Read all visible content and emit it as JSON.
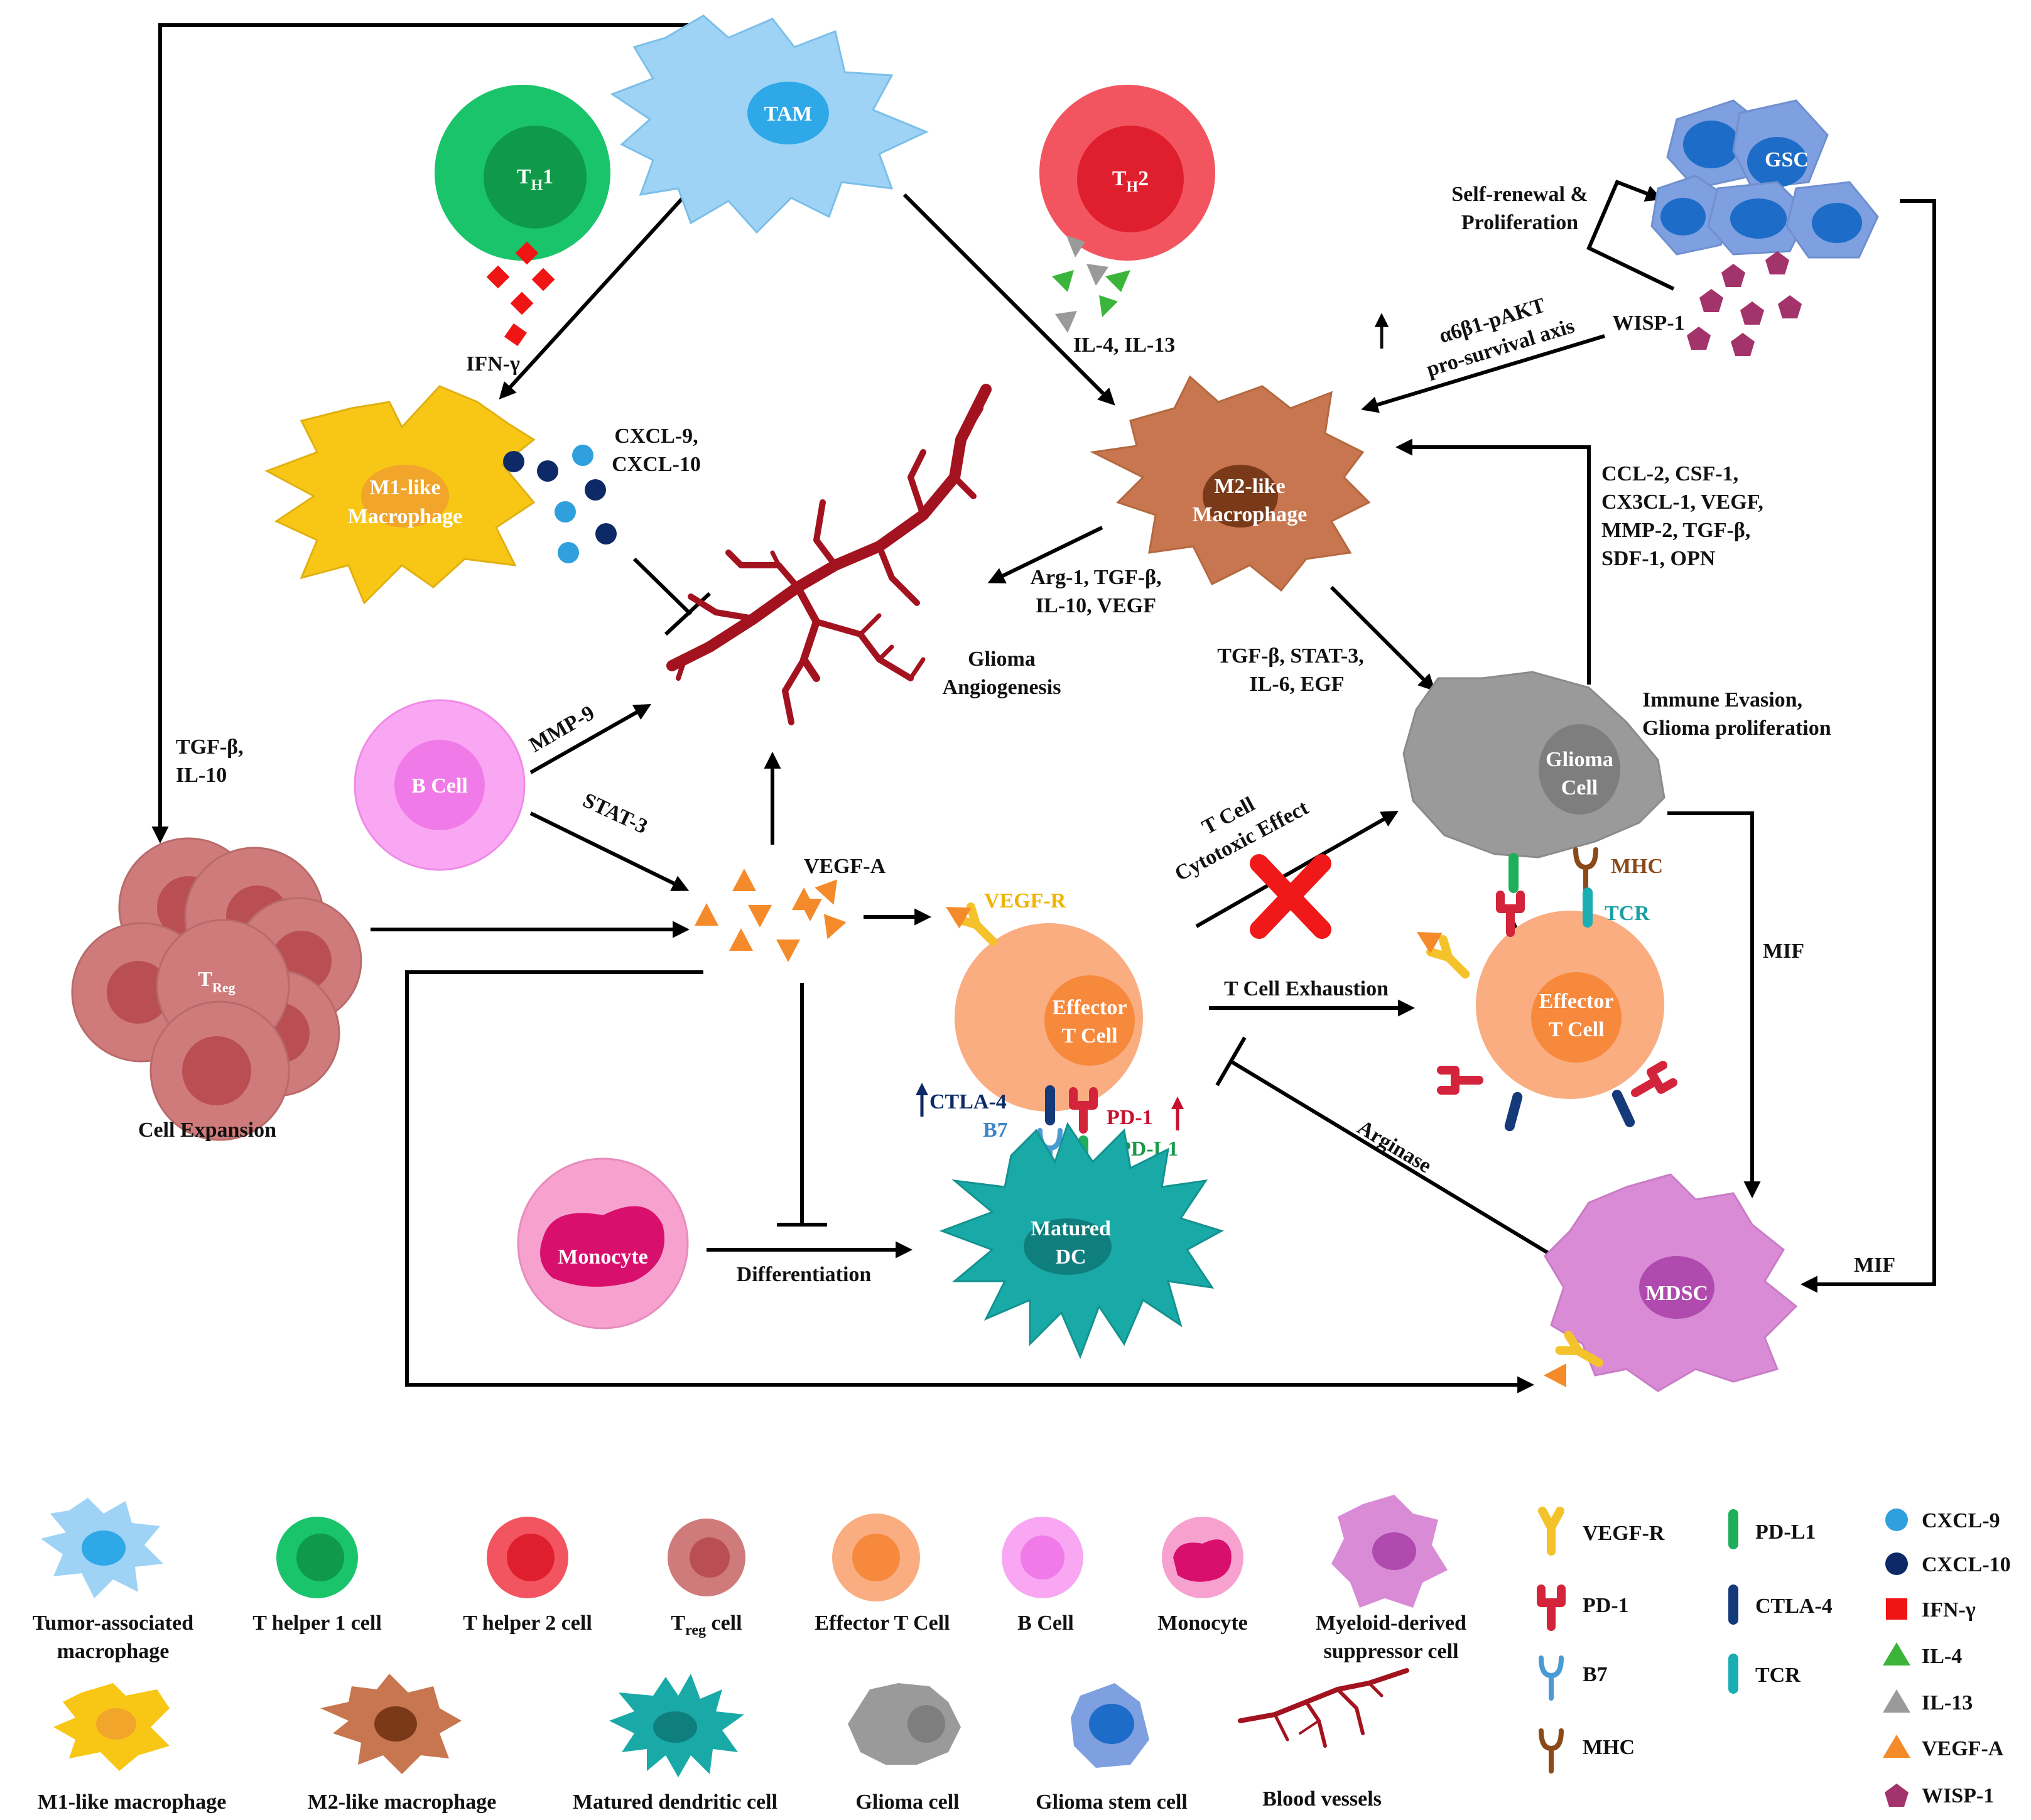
{
  "cells": {
    "tam": "TAM",
    "th1_main": "T",
    "th1_sub": "H",
    "th1_suffix": "1",
    "th2_main": "T",
    "th2_sub": "H",
    "th2_suffix": "2",
    "gsc": "GSC",
    "m1_line1": "M1-like",
    "m1_line2": "Macrophage",
    "m2_line1": "M2-like",
    "m2_line2": "Macrophage",
    "bcell": "B Cell",
    "treg_main": "T",
    "treg_sub": "Reg",
    "effector_line1": "Effector",
    "effector_line2": "T Cell",
    "effector2_line1": "Effector",
    "effector2_line2": "T Cell",
    "glioma_line1": "Glioma",
    "glioma_line2": "Cell",
    "monocyte": "Monocyte",
    "dc_line1": "Matured",
    "dc_line2": "DC",
    "mdsc": "MDSC"
  },
  "labels": {
    "ifn_gamma": "IFN-γ",
    "il4_il13": "IL-4, IL-13",
    "cxcl_line1": "CXCL-9,",
    "cxcl_line2": "CXCL-10",
    "self_renewal_line1": "Self-renewal &",
    "self_renewal_line2": "Proliferation",
    "wisp1": "WISP-1",
    "akt_line1": "α6β1-pAKT",
    "akt_line2": "pro-survival axis",
    "m2_factors_line1": "CCL-2, CSF-1,",
    "m2_factors_line2": "CX3CL-1, VEGF,",
    "m2_factors_line3": "MMP-2, TGF-β,",
    "m2_factors_line4": "SDF-1, OPN",
    "arg_line1": "Arg-1, TGF-β,",
    "arg_line2": "IL-10, VEGF",
    "angio_line1": "Glioma",
    "angio_line2": "Angiogenesis",
    "tgf_stat_line1": "TGF-β, STAT-3,",
    "tgf_stat_line2": "IL-6, EGF",
    "immune_line1": "Immune Evasion,",
    "immune_line2": "Glioma proliferation",
    "tgf_il10_line1": "TGF-β,",
    "tgf_il10_line2": "IL-10",
    "mmp9": "MMP-9",
    "stat3": "STAT-3",
    "vegfa": "VEGF-A",
    "vegfr": "VEGF-R",
    "tcell_line1": "T Cell",
    "tcell_line2": "Cytotoxic Effect",
    "mhc": "MHC",
    "tcr": "TCR",
    "mif1": "MIF",
    "mif2": "MIF",
    "exhaustion": "T Cell Exhaustion",
    "ctla4": "CTLA-4",
    "b7": "B7",
    "pd1": "PD-1",
    "pdl1": "PD-L1",
    "arginase": "Arginase",
    "cell_expansion": "Cell Expansion",
    "differentiation": "Differentiation"
  },
  "legend": {
    "tam_line1": "Tumor-associated",
    "tam_line2": "macrophage",
    "th1": "T helper 1 cell",
    "th2": "T helper 2 cell",
    "treg_main": "T",
    "treg_sub": "reg",
    "treg_suffix": " cell",
    "effector": "Effector T Cell",
    "bcell": "B Cell",
    "monocyte": "Monocyte",
    "mdsc_line1": "Myeloid-derived",
    "mdsc_line2": "suppressor cell",
    "m1": "M1-like macrophage",
    "m2": "M2-like macrophage",
    "dc": "Matured dendritic cell",
    "glioma": "Glioma cell",
    "gsc": "Glioma stem cell",
    "vessels": "Blood vessels",
    "vegfr": "VEGF-R",
    "pd1": "PD-1",
    "b7": "B7",
    "mhc": "MHC",
    "pdl1": "PD-L1",
    "ctla4": "CTLA-4",
    "tcr": "TCR",
    "cxcl9": "CXCL-9",
    "cxcl10": "CXCL-10",
    "ifng": "IFN-γ",
    "il4": "IL-4",
    "il13": "IL-13",
    "vegfa": "VEGF-A",
    "wisp1": "WISP-1"
  },
  "colors": {
    "tam": "#9fd3f5",
    "tam_nucleus": "#2fa8e8",
    "th1": "#19c46a",
    "th1_nucleus": "#0e9a48",
    "th2": "#f2555f",
    "th2_nucleus": "#e01f2e",
    "gsc": "#7e9fe0",
    "gsc_nucleus": "#1d6cc8",
    "m1": "#f8c716",
    "m1_nucleus": "#f1a52a",
    "m2": "#c7764f",
    "m2_nucleus": "#7a3a1a",
    "bcell": "#f9a7f3",
    "bcell_nucleus": "#f07ae8",
    "treg": "#cf7b7b",
    "treg_nucleus": "#b94e53",
    "effector": "#f9ad80",
    "effector_nucleus": "#f7893d",
    "glioma": "#9a9a9a",
    "glioma_nucleus": "#7e7e7e",
    "monocyte": "#f7a1cf",
    "monocyte_nucleus": "#d80f6c",
    "dc": "#19aaa8",
    "dc_nucleus": "#0f7f7e",
    "mdsc": "#d98bd6",
    "mdsc_nucleus": "#b04aae",
    "vessel": "#a3131f",
    "vegfa": "#f58a2a",
    "vegfr": "#f4c22a",
    "pd1": "#d3243b",
    "pdl1": "#1fae5b",
    "ctla4": "#143a7a",
    "b7": "#4a9ad4",
    "mhc": "#8a4a1a",
    "tcr": "#1aaeb2",
    "cxcl9": "#2fa0dd",
    "cxcl10": "#0d2a66",
    "ifng": "#f01515",
    "il4": "#3ab53a",
    "il13": "#9a9a9a",
    "wisp1": "#a3336b",
    "cross": "#f01818"
  }
}
